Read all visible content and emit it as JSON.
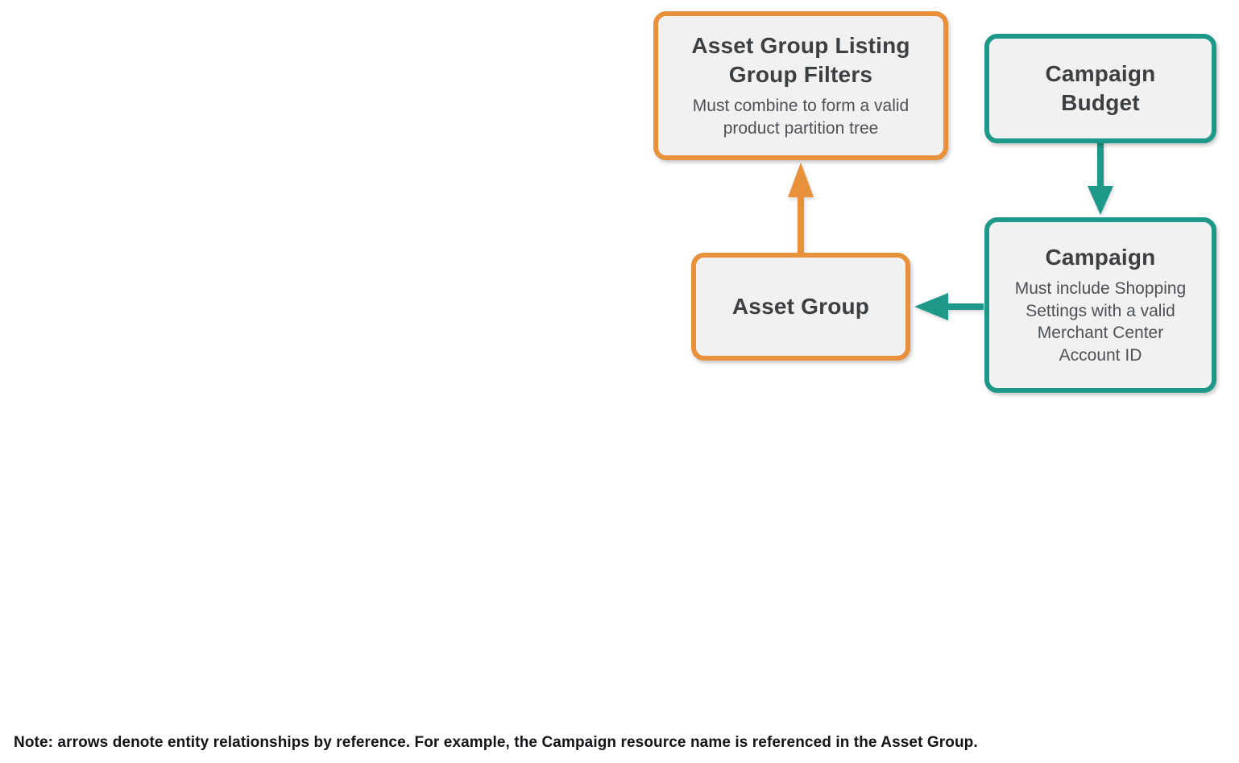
{
  "nodes": {
    "listing_filters": {
      "title": "Asset Group Listing Group Filters",
      "subtitle": "Must combine to form a valid product partition tree",
      "accent_color": "#E8913A"
    },
    "campaign_budget": {
      "title": "Campaign Budget",
      "accent_color": "#1E9889"
    },
    "asset_group": {
      "title": "Asset Group",
      "accent_color": "#E8913A"
    },
    "campaign": {
      "title": "Campaign",
      "subtitle": "Must include Shopping Settings with a valid Merchant Center Account ID",
      "accent_color": "#1E9889"
    }
  },
  "edges": [
    {
      "from": "asset_group",
      "to": "listing_filters",
      "color": "#E8913A"
    },
    {
      "from": "campaign_budget",
      "to": "campaign",
      "color": "#1E9889"
    },
    {
      "from": "campaign",
      "to": "asset_group",
      "color": "#1E9889"
    }
  ],
  "colors": {
    "orange": "#E8913A",
    "teal": "#1E9889",
    "box_background": "#F1F1F1",
    "title_text": "#3C4043",
    "subtitle_text": "#4D5156"
  },
  "note": "Note: arrows denote entity relationships by reference. For example, the Campaign resource name is referenced in the Asset Group."
}
